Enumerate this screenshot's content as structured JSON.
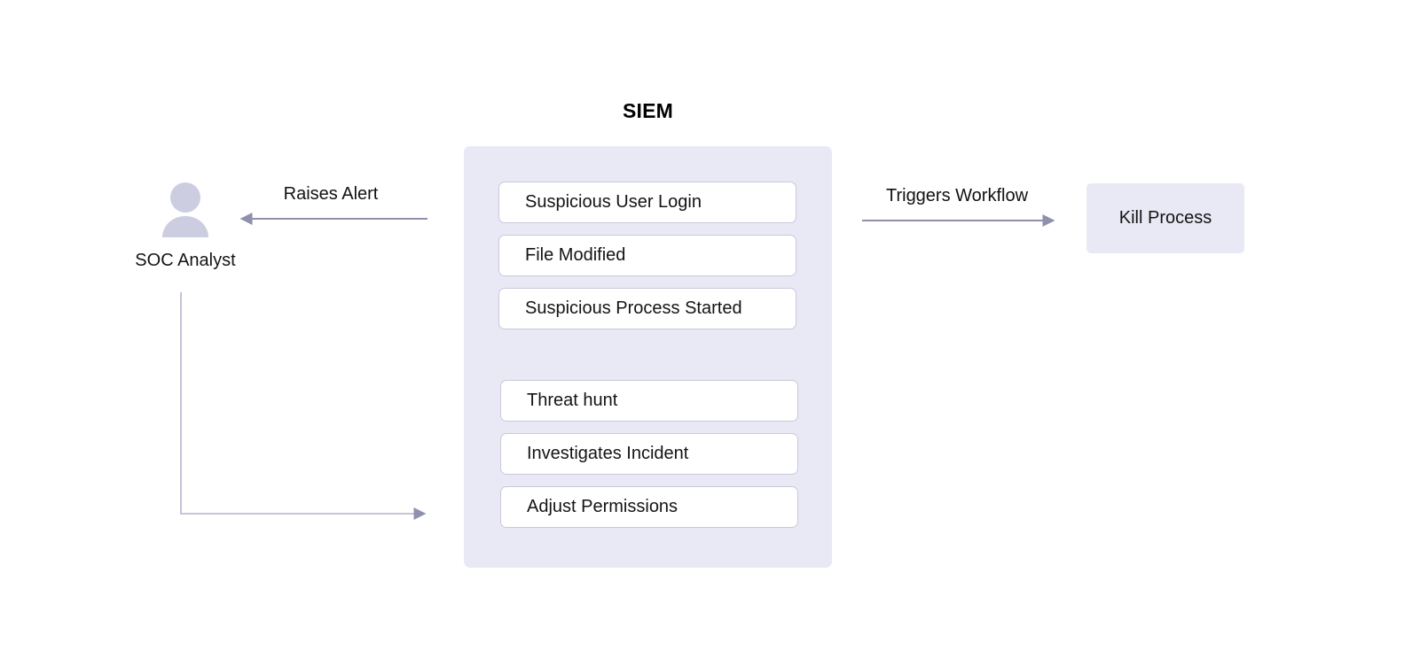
{
  "diagram": {
    "background_color": "#ffffff",
    "accent_panel_color": "#e9e9f5",
    "edge_color": "#8f8fae",
    "box_border_color": "#c9c9dc",
    "avatar_color": "#cdcde1"
  },
  "actor": {
    "label": "SOC Analyst",
    "icon": "person-avatar-icon"
  },
  "siem": {
    "title": "SIEM",
    "alert_boxes": [
      {
        "label": "Suspicious User Login"
      },
      {
        "label": "File Modified"
      },
      {
        "label": "Suspicious Process Started"
      }
    ],
    "action_boxes": [
      {
        "label": "Threat hunt"
      },
      {
        "label": "Investigates Incident"
      },
      {
        "label": "Adjust Permissions"
      }
    ]
  },
  "response": {
    "node_label": "Kill Process"
  },
  "edges": [
    {
      "id": "raises-alert",
      "label": "Raises Alert",
      "direction": "left"
    },
    {
      "id": "triggers-workflow",
      "label": "Triggers Workflow",
      "direction": "right"
    },
    {
      "id": "analyst-to-actions",
      "label": "",
      "direction": "right"
    }
  ]
}
